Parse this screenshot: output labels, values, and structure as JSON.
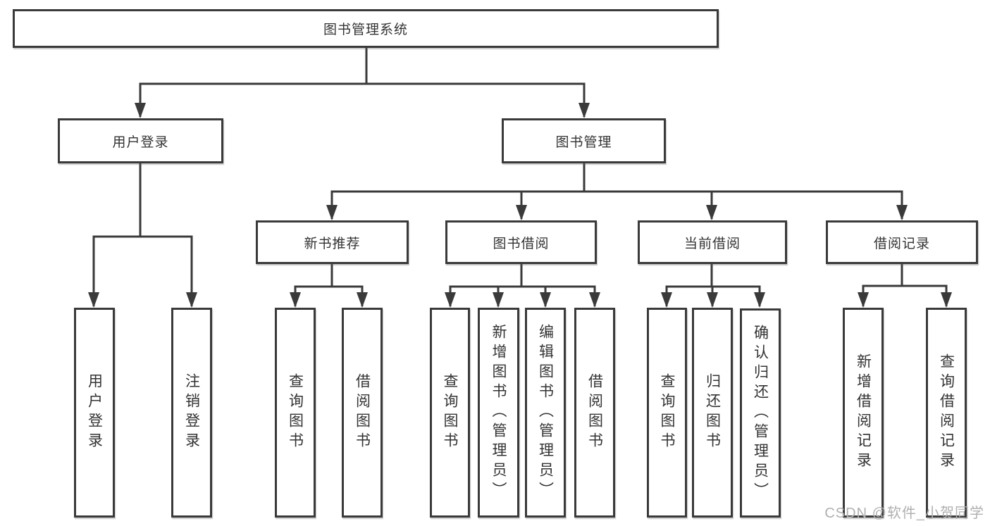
{
  "tree": {
    "label": "图书管理系统",
    "children": [
      {
        "label": "用户登录",
        "children": [
          {
            "label": "用户登录"
          },
          {
            "label": "注销登录"
          }
        ]
      },
      {
        "label": "图书管理",
        "children": [
          {
            "label": "新书推荐",
            "children": [
              {
                "label": "查询图书"
              },
              {
                "label": "借阅图书"
              }
            ]
          },
          {
            "label": "图书借阅",
            "children": [
              {
                "label": "查询图书"
              },
              {
                "label": "新增图书（管理员）"
              },
              {
                "label": "编辑图书（管理员）"
              },
              {
                "label": "借阅图书"
              }
            ]
          },
          {
            "label": "当前借阅",
            "children": [
              {
                "label": "查询图书"
              },
              {
                "label": "归还图书"
              },
              {
                "label": "确认归还（管理员）"
              }
            ]
          },
          {
            "label": "借阅记录",
            "children": [
              {
                "label": "新增借阅记录"
              },
              {
                "label": "查询借阅记录"
              }
            ]
          }
        ]
      }
    ]
  },
  "watermark": {
    "text": "CSDN @软件_小贺同学",
    "color": "#b0b0b0"
  },
  "colors": {
    "line": "#3a3a3a",
    "box_border": "#3a3a3a",
    "text": "#333333",
    "background": "#ffffff"
  }
}
